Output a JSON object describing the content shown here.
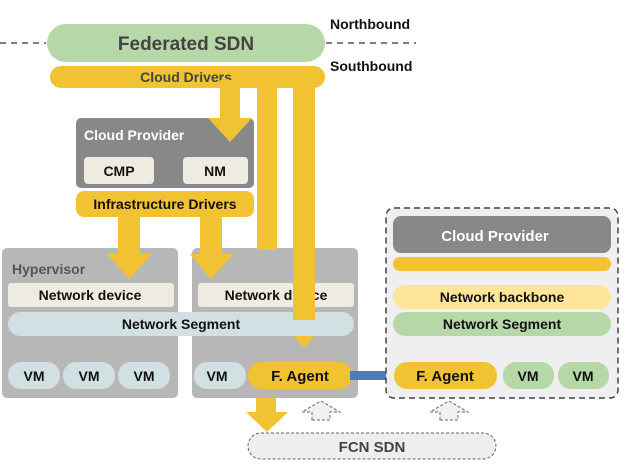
{
  "labels": {
    "northbound": "Northbound",
    "southbound": "Southbound",
    "federated_sdn": "Federated SDN",
    "cloud_drivers": "Cloud Drivers",
    "cloud_provider_left": "Cloud Provider",
    "cmp": "CMP",
    "nm": "NM",
    "infrastructure_drivers": "Infrastructure Drivers",
    "hypervisor": "Hypervisor",
    "network_device_1": "Network device",
    "network_device_2": "Network device",
    "network_segment_left": "Network Segment",
    "vm_1": "VM",
    "vm_2": "VM",
    "vm_3": "VM",
    "vm_4": "VM",
    "f_agent_left": "F. Agent",
    "cloud_provider_right": "Cloud Provider",
    "network_backbone": "Network backbone",
    "network_segment_right": "Network Segment",
    "f_agent_right": "F. Agent",
    "vm_5": "VM",
    "vm_6": "VM",
    "fcn_sdn": "FCN SDN"
  },
  "colors": {
    "federated_sdn": "#b5d7a8",
    "driver_yellow": "#f1c232",
    "dark_gray": "#888888",
    "mid_gray": "#b7b7b7",
    "cream": "#eeece1",
    "light_blue": "#d0e0e3",
    "light_green": "#b6d7a8",
    "light_yellow": "#ffe599",
    "link_blue": "#4a7ebb",
    "panel_light": "#efefef"
  }
}
